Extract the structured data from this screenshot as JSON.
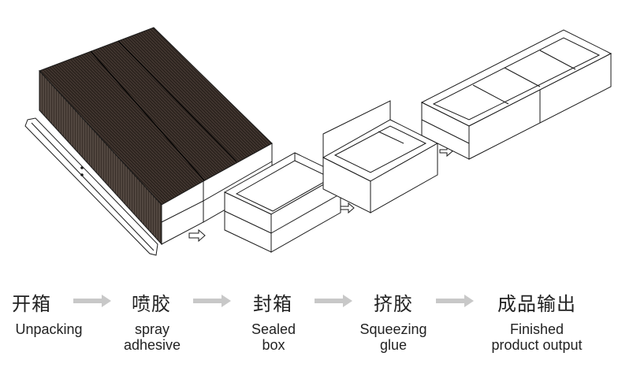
{
  "steps": [
    {
      "cn": "开箱",
      "en": [
        "Unpacking"
      ]
    },
    {
      "cn": "喷胶",
      "en": [
        "spray",
        "adhesive"
      ]
    },
    {
      "cn": "封箱",
      "en": [
        "Sealed",
        "box"
      ]
    },
    {
      "cn": "挤胶",
      "en": [
        "Squeezing",
        "glue"
      ]
    },
    {
      "cn": "成品输出",
      "en": [
        "Finished",
        "product output"
      ]
    }
  ],
  "colors": {
    "stack": "#2e2520",
    "stroke": "#1a1a1a",
    "arrow": "#c8c8c8"
  }
}
